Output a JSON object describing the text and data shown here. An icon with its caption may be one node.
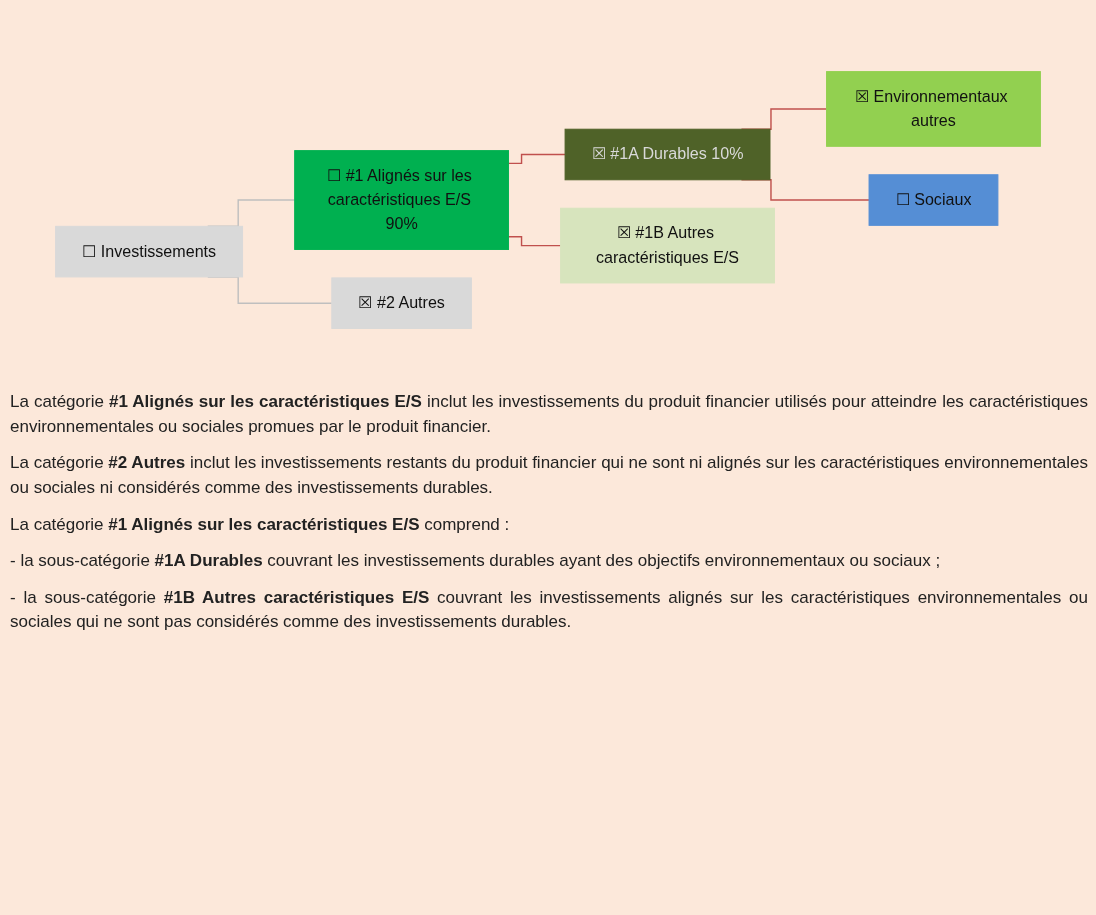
{
  "diagram": {
    "nodes": [
      {
        "text": [
          "☐ Investissements"
        ]
      },
      {
        "text": [
          "☐ #1 Alignés sur les caractéristiques E/S 90%"
        ]
      },
      {
        "text": [
          "☒ #2 Autres"
        ]
      },
      {
        "text": [
          "☒ #1A Durables 10%"
        ]
      },
      {
        "text": [
          "☒ #1B Autres caractéristiques E/S"
        ]
      },
      {
        "text": [
          "☒ Environnementaux autres"
        ]
      },
      {
        "text": [
          "☐ Sociaux"
        ]
      }
    ],
    "edges": [
      {
        "from": 0,
        "to": 1,
        "arrow": "none",
        "color": "#bfbfbf"
      },
      {
        "from": 0,
        "to": 2,
        "arrow": "none",
        "color": "#bfbfbf"
      },
      {
        "from": 1,
        "to": 3,
        "arrow": "none"
      },
      {
        "from": 1,
        "to": 4,
        "arrow": "none"
      },
      {
        "from": 3,
        "to": 5,
        "arrow": "none"
      },
      {
        "from": 3,
        "to": 6,
        "arrow": "none"
      }
    ],
    "labels": [
      "La catégorie **#1 Alignés sur les caractéristiques E/S** inclut les investissements du produit financier utilisés pour atteindre les caractéristiques environnementales ou sociales promues par le produit financier.",
      "La catégorie **#2 Autres** inclut les investissements restants du produit financier qui ne sont ni alignés sur les caractéristiques environnementales ou sociales ni considérés comme des investissements durables.",
      "La catégorie **#1 Alignés sur les caractéristiques E/S** comprend :",
      "- la sous-catégorie **#1A Durables** couvrant les investissements durables ayant des objectifs environnementaux ou sociaux ;",
      "- la sous-catégorie **#1B Autres caractéristiques E/S** couvrant les investissements alignés sur les caractéristiques environnementales ou sociales qui ne sont pas considérés comme des investissements durables."
    ]
  }
}
